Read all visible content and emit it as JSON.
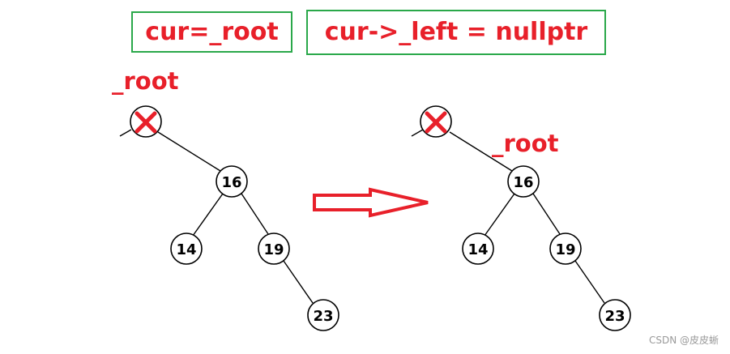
{
  "code_boxes": {
    "left": "cur=_root",
    "right": "cur->_left = nullptr"
  },
  "root_labels": {
    "before": "_root",
    "after": "_root"
  },
  "tree_before": {
    "nodes": [
      "16",
      "14",
      "19",
      "23"
    ],
    "deleted_node_marker": "x-cross"
  },
  "tree_after": {
    "nodes": [
      "16",
      "14",
      "19",
      "23"
    ],
    "deleted_node_marker": "x-cross"
  },
  "arrow": "right-arrow",
  "colors": {
    "box_border": "#2aa84a",
    "label_red": "#e8202a",
    "arrow_red": "#e8202a"
  },
  "watermark": "CSDN @皮皮蜥"
}
